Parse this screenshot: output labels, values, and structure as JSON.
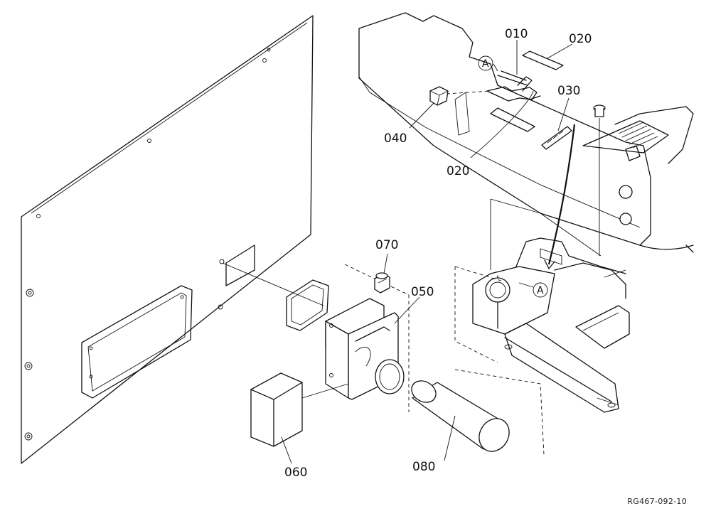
{
  "parts": {
    "p010": "010",
    "p020_top": "020",
    "p020_bottom": "020",
    "p030": "030",
    "p040": "040",
    "p050": "050",
    "p060": "060",
    "p070": "070",
    "p080": "080"
  },
  "callouts": {
    "a_upper": "A",
    "a_lower": "A"
  },
  "figure_ref": "RG467-092-10"
}
